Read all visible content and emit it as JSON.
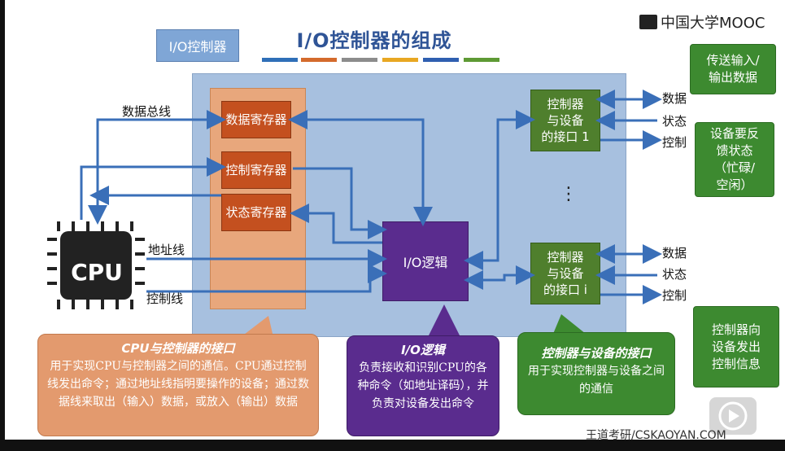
{
  "title": "I/O控制器的组成",
  "logo": "中国大学MOOC",
  "io_tag": "I/O控制器",
  "registers": [
    "数据寄存器",
    "控制寄存器",
    "状态寄存器"
  ],
  "io_logic": "I/O逻辑",
  "interface1": "控制器\n与设备\n的接口 1",
  "interface_i": "控制器\n与设备\n的接口 i",
  "ellipsis": "⋮",
  "bus_labels": {
    "data_bus": "数据总线",
    "address_line": "地址线",
    "control_line": "控制线"
  },
  "cpu_label": "CPU",
  "device_signals_1": [
    "数据",
    "状态",
    "控制"
  ],
  "device_signals_i": [
    "数据",
    "状态",
    "控制"
  ],
  "notes": {
    "transfer": "传送输入/\n输出数据",
    "feedback": "设备要反\n馈状态\n（忙碌/\n空闲）",
    "control_info": "控制器向\n设备发出\n控制信息"
  },
  "callouts": {
    "cpu": {
      "title": "CPU与控制器的接口",
      "body": "用于实现CPU与控制器之间的通信。CPU通过控制线发出命令；通过地址线指明要操作的设备；通过数据线来取出（输入）数据，或放入（输出）数据"
    },
    "io": {
      "title": "I/O逻辑",
      "body": "负责接收和识别CPU的各种命令（如地址译码），并负责对设备发出命令"
    },
    "device": {
      "title": "控制器与设备的接口",
      "body": "用于实现控制器与设备之间的通信"
    }
  },
  "watermark": "王道考研/CSKAOYAN.COM",
  "colors": {
    "title": "#2f5496",
    "register": "#c4501f",
    "io_logic": "#5a2c8e",
    "interface": "#4f7f2d",
    "arrow": "#3a6fb8",
    "cpu_callout": "#e39a6e",
    "io_callout": "#5a2c8e",
    "device_callout": "#3d8a30"
  },
  "icons": {
    "logo": "mooc-logo-icon",
    "cpu": "cpu-chip-icon",
    "play": "play-icon"
  }
}
